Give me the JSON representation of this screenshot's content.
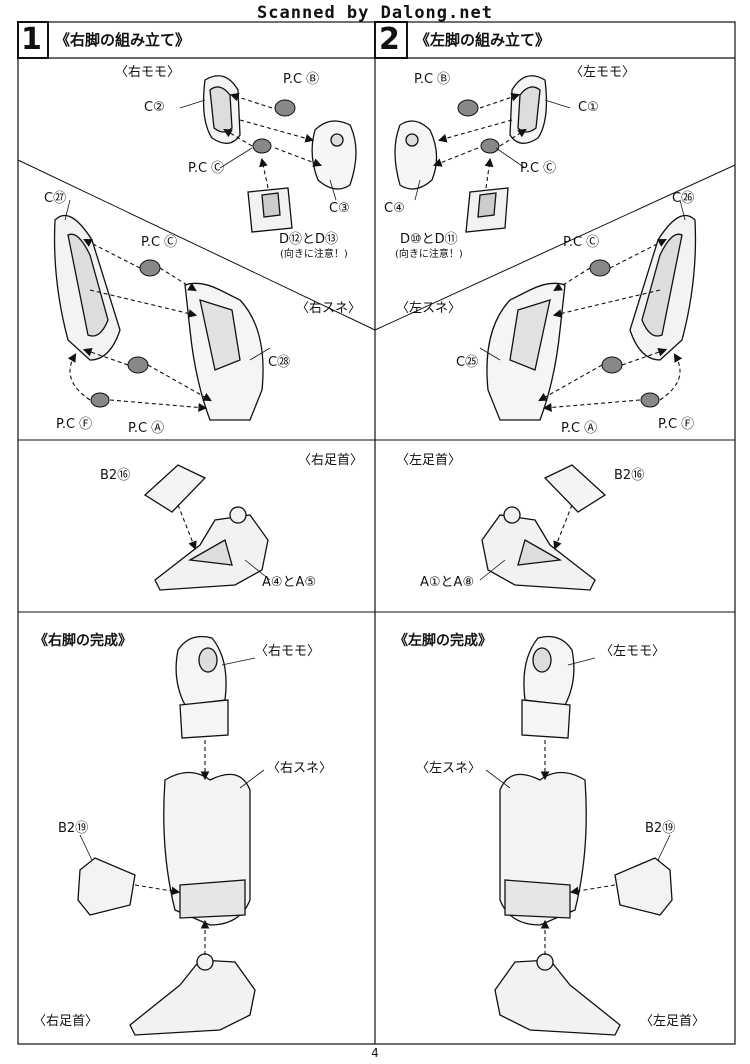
{
  "banner": "Scanned by Dalong.net",
  "page_number": "4",
  "step1": {
    "number": "1",
    "title": "《右脚の組み立て》",
    "thigh": {
      "label": "〈右モモ〉",
      "c_outer": "C②",
      "pc_b": "P.C Ⓑ",
      "pc_c": "P.C Ⓒ",
      "c_inner": "C③",
      "d_parts": "D⑫とD⑬",
      "d_note": "(向きに注意！)"
    },
    "shin": {
      "label": "〈右スネ〉",
      "c_back": "C㉗",
      "pc_c": "P.C Ⓒ",
      "c_front": "C㉘",
      "pc_f": "P.C Ⓕ",
      "pc_a": "P.C Ⓐ"
    },
    "ankle": {
      "label": "〈右足首〉",
      "b2": "B2⑯",
      "a_parts": "A④とA⑤"
    },
    "complete": {
      "title": "《右脚の完成》",
      "thigh": "〈右モモ〉",
      "shin": "〈右スネ〉",
      "b2": "B2⑲",
      "ankle": "〈右足首〉"
    }
  },
  "step2": {
    "number": "2",
    "title": "《左脚の組み立て》",
    "thigh": {
      "label": "〈左モモ〉",
      "pc_b": "P.C Ⓑ",
      "c_outer": "C①",
      "pc_c": "P.C Ⓒ",
      "c_inner": "C④",
      "d_parts": "D⑩とD⑪",
      "d_note": "(向きに注意！)"
    },
    "shin": {
      "label": "〈左スネ〉",
      "c_back": "C㉖",
      "pc_c": "P.C Ⓒ",
      "c_front": "C㉕",
      "pc_a": "P.C Ⓐ",
      "pc_f": "P.C Ⓕ"
    },
    "ankle": {
      "label": "〈左足首〉",
      "b2": "B2⑯",
      "a_parts": "A①とA⑧"
    },
    "complete": {
      "title": "《左脚の完成》",
      "thigh": "〈左モモ〉",
      "shin": "〈左スネ〉",
      "b2": "B2⑲",
      "ankle": "〈左足首〉"
    }
  }
}
